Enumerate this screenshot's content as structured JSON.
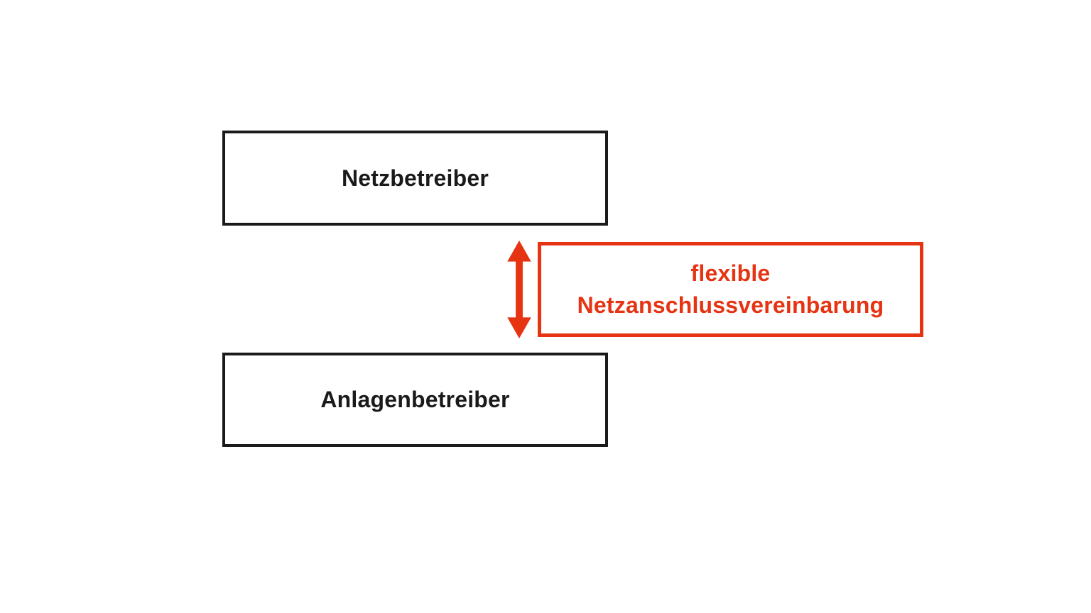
{
  "diagram": {
    "boxes": {
      "netzbetreiber": {
        "label": "Netzbetreiber"
      },
      "anlagenbetreiber": {
        "label": "Anlagenbetreiber"
      },
      "agreement": {
        "label_line1": "flexible",
        "label_line2": "Netzanschlussvereinbarung"
      }
    },
    "arrow": {
      "type": "double-headed-vertical"
    },
    "colors": {
      "black": "#1a1a1a",
      "red": "#e63312",
      "background": "#ffffff"
    }
  }
}
